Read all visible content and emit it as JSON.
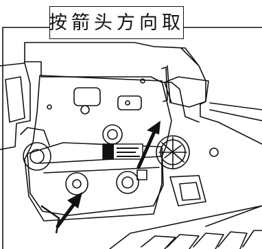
{
  "caption": {
    "text": "按箭头方向取"
  },
  "diagram": {
    "stroke_color": "#111111",
    "fill_color": "#ffffff",
    "arrows": [
      {
        "name": "lower-left-arrow",
        "direction": "up-right"
      },
      {
        "name": "center-right-arrow",
        "direction": "up-right"
      }
    ]
  }
}
